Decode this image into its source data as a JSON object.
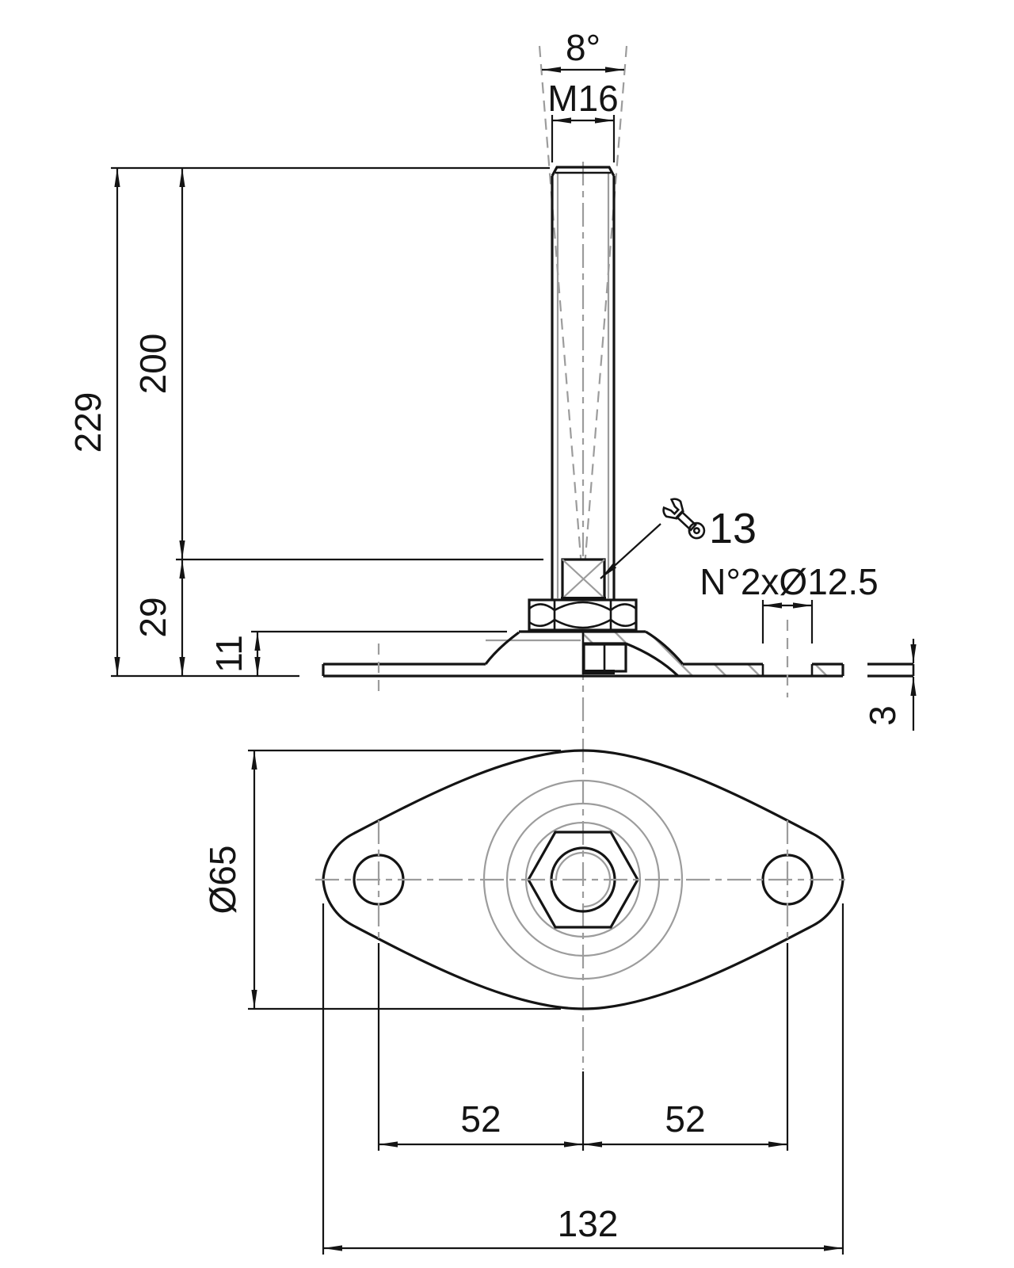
{
  "drawing": {
    "title": "adjustable-leveling-foot-technical-drawing",
    "colors": {
      "line": "#141414",
      "gray": "#9c9c9c",
      "background": "#ffffff"
    },
    "side_view": {
      "angle_label": "8°",
      "thread_label": "M16",
      "total_height": "229",
      "rod_length": "200",
      "base_assembly_height": "29",
      "dome_height": "11",
      "plate_thickness": "3",
      "holes_note": "N°2xØ12.5",
      "wrench_size": "13"
    },
    "plan_view": {
      "dome_diameter": "Ø65",
      "hole_offset_left": "52",
      "hole_offset_right": "52",
      "overall_length": "132"
    }
  }
}
